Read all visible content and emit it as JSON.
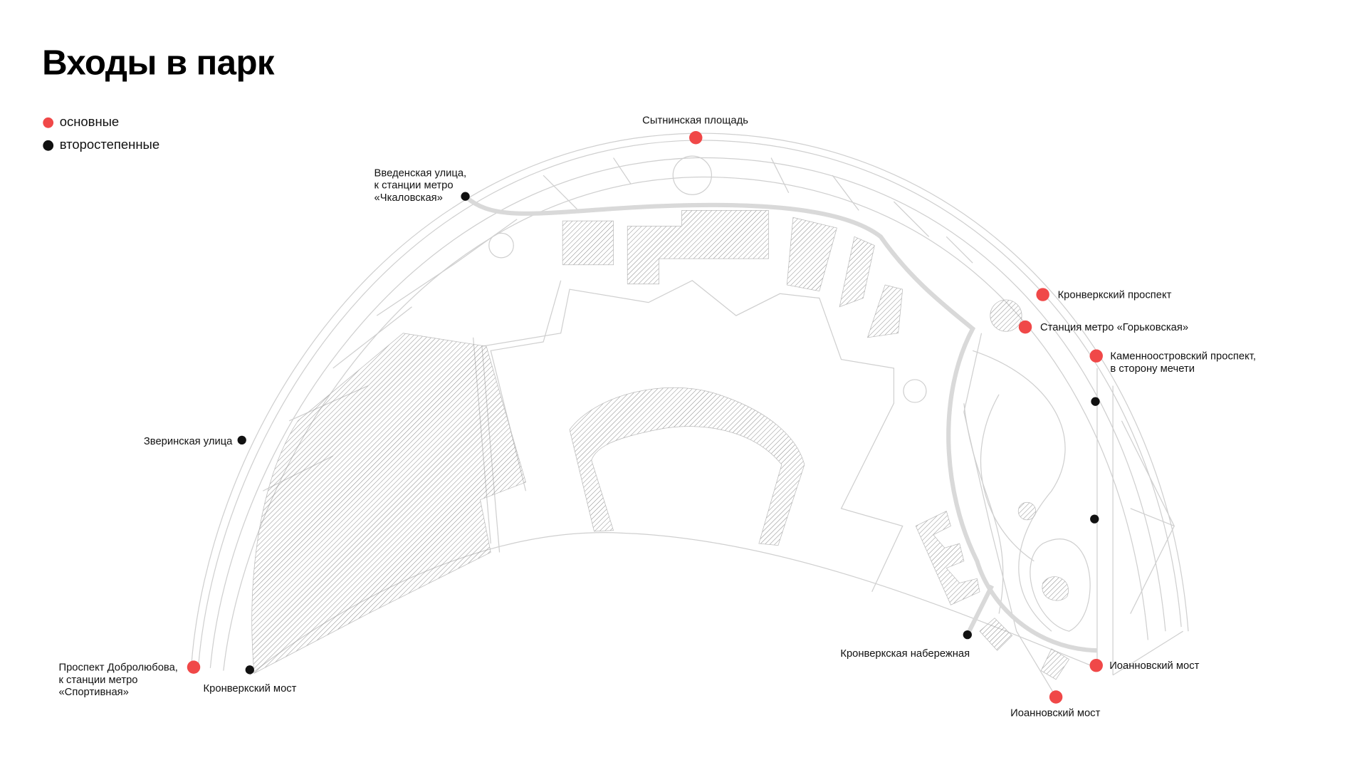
{
  "title": "Входы в парк",
  "colors": {
    "main": "#f04848",
    "secondary": "#111111",
    "route": "#d9d9d9",
    "lines": "#cfcfcf"
  },
  "legend": {
    "main": "основные",
    "secondary": "второстепенные"
  },
  "entrances": [
    {
      "id": "sytninskaya",
      "label": "Сытнинская площадь",
      "type": "main"
    },
    {
      "id": "vvedenskaya",
      "label": "Введенская улица,\nк станции метро\n«Чкаловская»",
      "type": "secondary"
    },
    {
      "id": "kronverksky-pr",
      "label": "Кронверкский проспект",
      "type": "main"
    },
    {
      "id": "gorkovskaya",
      "label": "Станция метро «Горьковская»",
      "type": "main"
    },
    {
      "id": "kamennoostrovsky",
      "label": "Каменноостровский проспект,\nв сторону мечети",
      "type": "main"
    },
    {
      "id": "ioannovsky-right",
      "label": "Иоанновский мост",
      "type": "main"
    },
    {
      "id": "ioannovsky-bottom",
      "label": "Иоанновский мост",
      "type": "main"
    },
    {
      "id": "kronverkskaya-nab",
      "label": "Кронверкская набережная",
      "type": "secondary"
    },
    {
      "id": "zverinskaya",
      "label": "Зверинская улица",
      "type": "secondary"
    },
    {
      "id": "dobrolyubova",
      "label": "Проспект Добролюбова,\nк станции метро\n«Спортивная»",
      "type": "main"
    },
    {
      "id": "kronverksky-most",
      "label": "Кронверкский мост",
      "type": "secondary"
    }
  ]
}
